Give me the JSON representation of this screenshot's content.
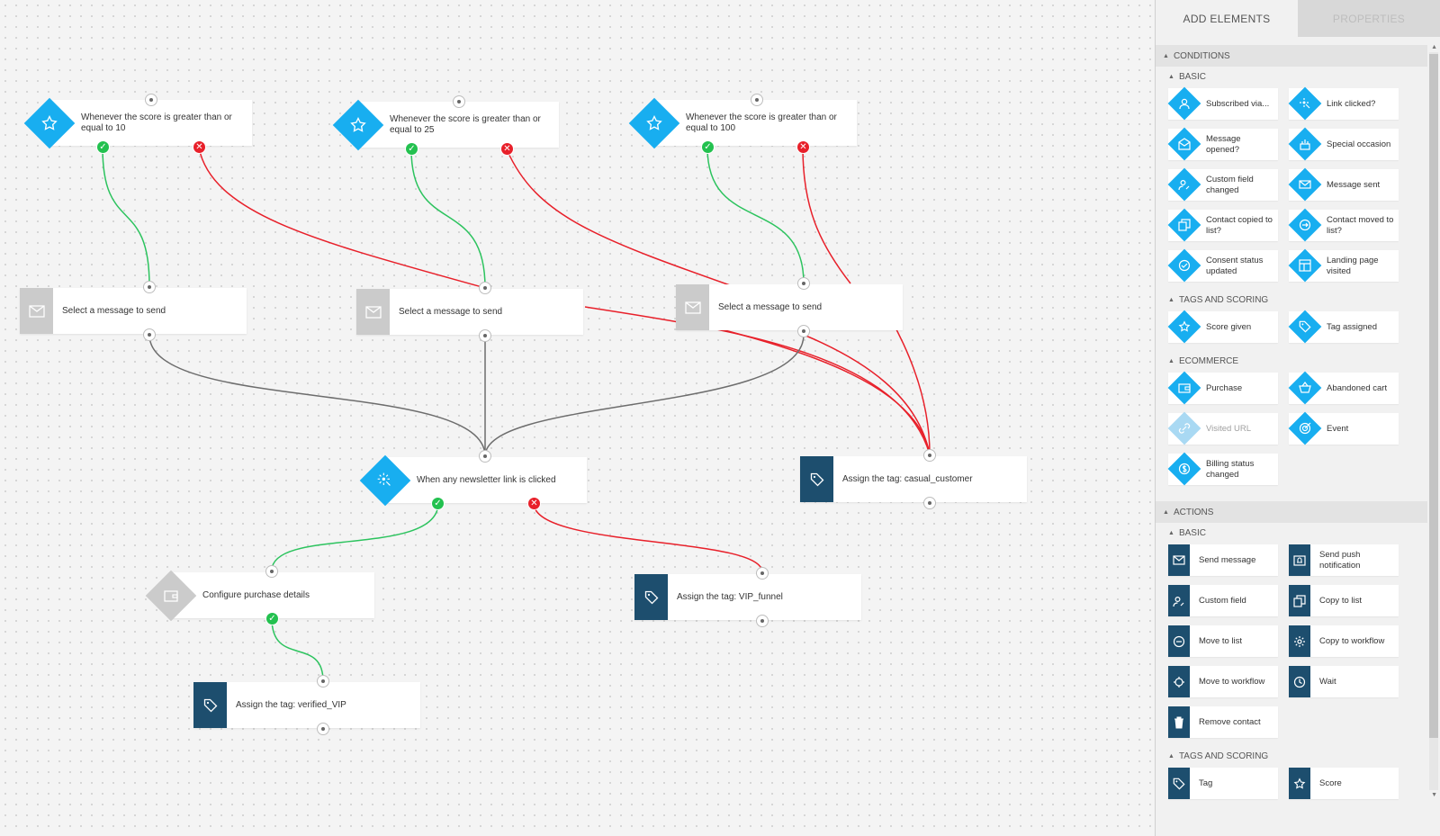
{
  "canvas": {
    "nodes": {
      "cond1": "Whenever the score is greater than or equal to 10",
      "cond2": "Whenever the score is greater than or equal to 25",
      "cond3": "Whenever the score is greater than or equal to 100",
      "msg1": "Select a message to send",
      "msg2": "Select a message to send",
      "msg3": "Select a message to send",
      "link": "When any newsletter link is clicked",
      "tag_casual": "Assign the tag: casual_customer",
      "purchase": "Configure purchase details",
      "tag_vip_funnel": "Assign the tag: VIP_funnel",
      "tag_verified": "Assign the tag: verified_VIP"
    },
    "badges": {
      "yes": "✓",
      "no": "✕"
    },
    "colors": {
      "yes_wire": "#2cc35e",
      "no_wire": "#e8202a",
      "neutral_wire": "#6d6d6d",
      "trigger": "#18aef0",
      "action": "#1d4e6e"
    }
  },
  "panel": {
    "tabs": {
      "add": "ADD ELEMENTS",
      "properties": "PROPERTIES"
    },
    "conditions": {
      "title": "CONDITIONS",
      "basic": {
        "title": "BASIC",
        "items": [
          {
            "label": "Subscribed via...",
            "icon": "user-icon"
          },
          {
            "label": "Link clicked?",
            "icon": "click-icon"
          },
          {
            "label": "Message opened?",
            "icon": "envelope-open-icon"
          },
          {
            "label": "Special occasion",
            "icon": "cake-icon"
          },
          {
            "label": "Custom field changed",
            "icon": "user-edit-icon"
          },
          {
            "label": "Message sent",
            "icon": "send-icon"
          },
          {
            "label": "Contact copied to list?",
            "icon": "copy-icon"
          },
          {
            "label": "Contact moved to list?",
            "icon": "move-icon"
          },
          {
            "label": "Consent status updated",
            "icon": "check-circle-icon"
          },
          {
            "label": "Landing page visited",
            "icon": "page-icon"
          }
        ]
      },
      "tags_scoring": {
        "title": "TAGS AND SCORING",
        "items": [
          {
            "label": "Score given",
            "icon": "star-icon"
          },
          {
            "label": "Tag assigned",
            "icon": "tag-icon"
          }
        ]
      },
      "ecommerce": {
        "title": "ECOMMERCE",
        "items": [
          {
            "label": "Purchase",
            "icon": "wallet-icon"
          },
          {
            "label": "Abandoned cart",
            "icon": "cart-icon"
          },
          {
            "label": "Visited URL",
            "icon": "link-icon",
            "disabled": true
          },
          {
            "label": "Event",
            "icon": "target-icon"
          },
          {
            "label": "Billing status changed",
            "icon": "billing-icon"
          }
        ]
      }
    },
    "actions": {
      "title": "ACTIONS",
      "basic": {
        "title": "BASIC",
        "items": [
          {
            "label": "Send message",
            "icon": "envelope-icon"
          },
          {
            "label": "Send push notification",
            "icon": "bell-icon"
          },
          {
            "label": "Custom field",
            "icon": "user-edit-icon"
          },
          {
            "label": "Copy to list",
            "icon": "copy-icon"
          },
          {
            "label": "Move to list",
            "icon": "move-icon"
          },
          {
            "label": "Copy to workflow",
            "icon": "gear-icon"
          },
          {
            "label": "Move to workflow",
            "icon": "gear-move-icon"
          },
          {
            "label": "Wait",
            "icon": "clock-icon"
          },
          {
            "label": "Remove contact",
            "icon": "trash-icon"
          }
        ]
      },
      "tags_scoring": {
        "title": "TAGS AND SCORING",
        "items": [
          {
            "label": "Tag",
            "icon": "tag-icon"
          },
          {
            "label": "Score",
            "icon": "star-icon"
          }
        ]
      }
    }
  }
}
